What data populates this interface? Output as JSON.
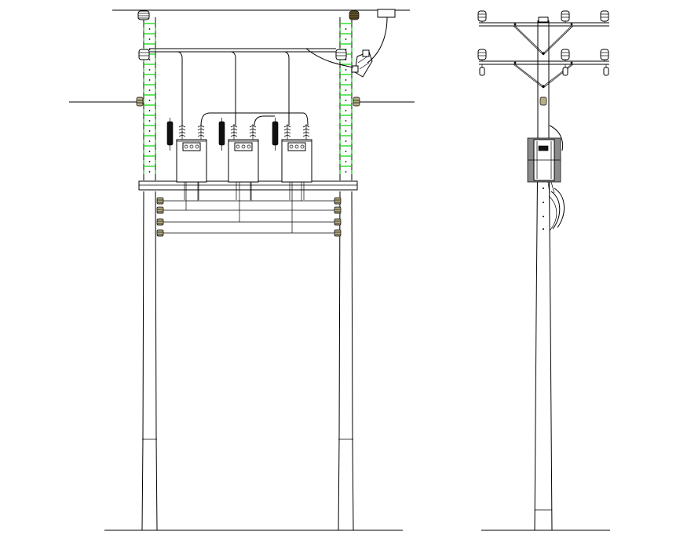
{
  "drawing": {
    "views": [
      "front-elevation",
      "side-elevation"
    ],
    "colors": {
      "line": "#000000",
      "background": "#ffffff",
      "pole_step_marks": "#22dd22",
      "connector_fill": "#b8ae84",
      "tank_fill": "#8a8a8a"
    },
    "front_view": {
      "transformer_count": 3,
      "lv_feeder_lines": 4,
      "arresters": 3
    },
    "side_view": {
      "crossarm_count": 2,
      "insulators_per_crossarm": 3
    }
  }
}
